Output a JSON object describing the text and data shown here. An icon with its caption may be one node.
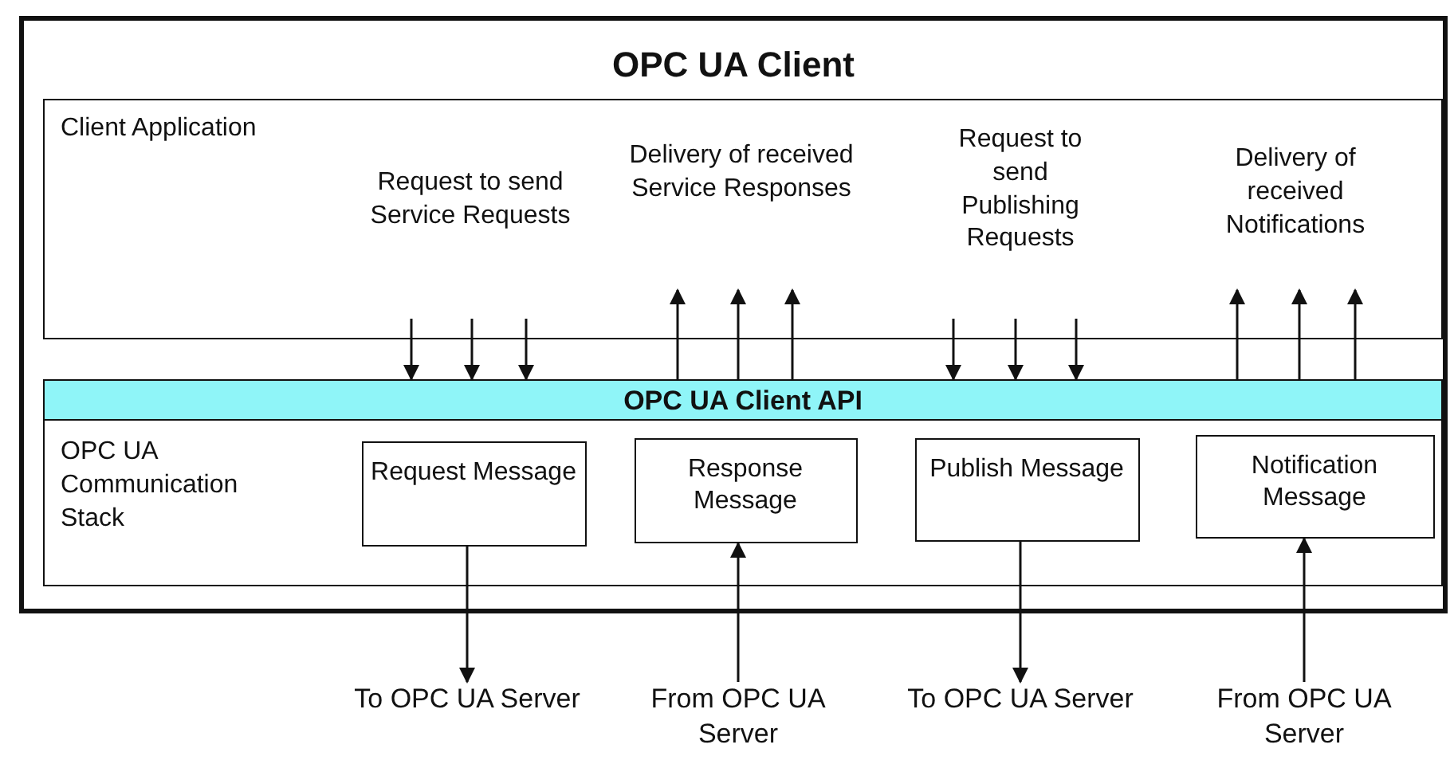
{
  "diagram": {
    "nodes": [
      {
        "text": [
          "OPC UA Client"
        ]
      },
      {
        "text": [
          "Client Application"
        ],
        "in": 0
      },
      {
        "text": [
          "OPC UA Client API"
        ],
        "in": 0
      },
      {
        "text": [
          "OPC UA Communication Stack"
        ],
        "in": 0
      },
      {
        "text": [
          "Request Message"
        ],
        "in": 3
      },
      {
        "text": [
          "Response Message"
        ],
        "in": 3
      },
      {
        "text": [
          "Publish Message"
        ],
        "in": 3
      },
      {
        "text": [
          "Notification Message"
        ],
        "in": 3
      },
      {
        "text": [
          "To OPC UA Server"
        ]
      },
      {
        "text": [
          "From OPC UA Server"
        ]
      },
      {
        "text": [
          "To OPC UA Server"
        ]
      },
      {
        "text": [
          "From OPC UA Server"
        ]
      }
    ],
    "edges": [
      {
        "from": 1,
        "to": 2,
        "arrow": "to"
      },
      {
        "from": 1,
        "to": 2,
        "arrow": "to"
      },
      {
        "from": 1,
        "to": 2,
        "arrow": "to"
      },
      {
        "from": 2,
        "to": 1,
        "arrow": "to"
      },
      {
        "from": 2,
        "to": 1,
        "arrow": "to"
      },
      {
        "from": 2,
        "to": 1,
        "arrow": "to"
      },
      {
        "from": 1,
        "to": 2,
        "arrow": "to"
      },
      {
        "from": 1,
        "to": 2,
        "arrow": "to"
      },
      {
        "from": 1,
        "to": 2,
        "arrow": "to"
      },
      {
        "from": 2,
        "to": 1,
        "arrow": "to"
      },
      {
        "from": 2,
        "to": 1,
        "arrow": "to"
      },
      {
        "from": 2,
        "to": 1,
        "arrow": "to"
      },
      {
        "from": 4,
        "to": 8,
        "arrow": "to"
      },
      {
        "from": 9,
        "to": 5,
        "arrow": "to"
      },
      {
        "from": 6,
        "to": 10,
        "arrow": "to"
      },
      {
        "from": 11,
        "to": 7,
        "arrow": "to"
      }
    ],
    "labels": [
      "Request to send Service Requests",
      "Delivery of received Service Responses",
      "Request to send Publishing Requests",
      "Delivery of received Notifications"
    ]
  }
}
